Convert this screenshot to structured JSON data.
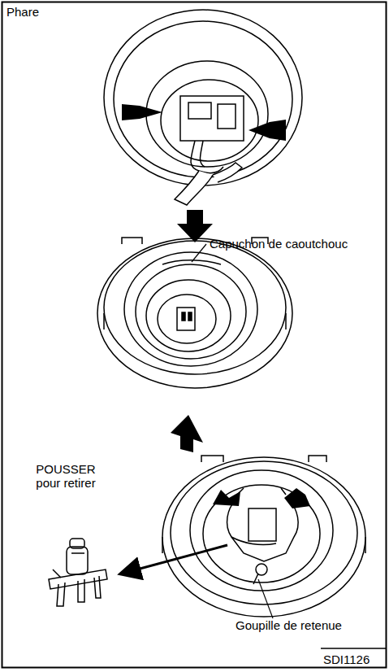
{
  "diagram": {
    "labels": [
      "Phare",
      "Capuchon de caoutchouc",
      "POUSSER pour retirer",
      "Goupille de retenue",
      "SDI1126"
    ]
  }
}
